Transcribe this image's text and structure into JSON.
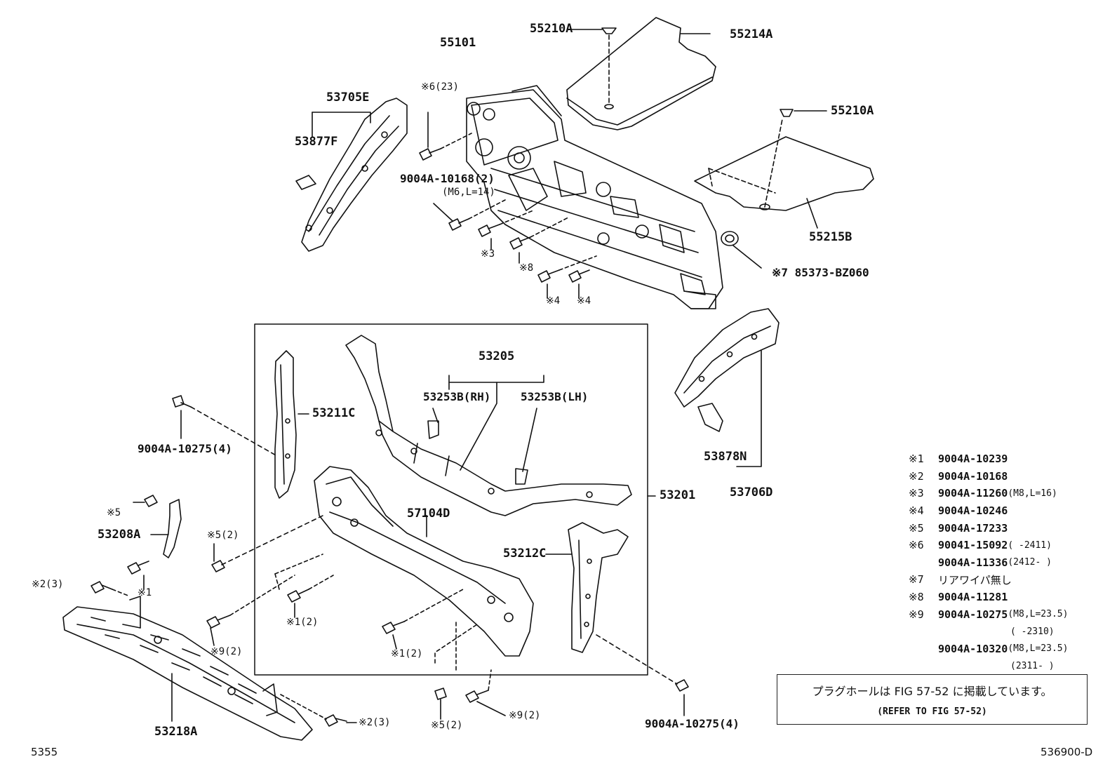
{
  "labels": {
    "p55101": "55101",
    "p55210a_top": "55210A",
    "p55214a": "55214A",
    "p55210a_right": "55210A",
    "p55215b": "55215B",
    "p53705e": "53705E",
    "p53877f": "53877F",
    "bolt6": "※6(23)",
    "bolt_10168": "9004A-10168(2)",
    "bolt_10168_spec": "(M6,L=14)",
    "ref3": "※3",
    "ref8": "※8",
    "ref4a": "※4",
    "ref4b": "※4",
    "ref7": "※7 85373-BZ060",
    "p53205": "53205",
    "p53253b_rh": "53253B(RH)",
    "p53253b_lh": "53253B(LH)",
    "p53211c": "53211C",
    "bolt_10275_left": "9004A-10275(4)",
    "p53201": "53201",
    "p57104d": "57104D",
    "p53212c": "53212C",
    "p53878n": "53878N",
    "p53706d": "53706D",
    "ref5": "※5",
    "p53208a": "53208A",
    "ref1": "※1",
    "ref2_3_left": "※2(3)",
    "ref5_2_mid": "※5(2)",
    "ref1_2_a": "※1(2)",
    "ref9_2_left": "※9(2)",
    "ref1_2_b": "※1(2)",
    "p53218a": "53218A",
    "ref2_3_right": "※2(3)",
    "ref5_2_bottom": "※5(2)",
    "ref9_2_bottom": "※9(2)",
    "bolt_10275_right": "9004A-10275(4)"
  },
  "legend": [
    {
      "key": "※1",
      "part": "9004A-10239",
      "spec": ""
    },
    {
      "key": "※2",
      "part": "9004A-10168",
      "spec": ""
    },
    {
      "key": "※3",
      "part": "9004A-11260",
      "spec": "(M8,L=16)"
    },
    {
      "key": "※4",
      "part": "9004A-10246",
      "spec": ""
    },
    {
      "key": "※5",
      "part": "9004A-17233",
      "spec": ""
    },
    {
      "key": "※6",
      "part": "90041-15092",
      "spec": "(      -2411)"
    },
    {
      "key": "",
      "part": "9004A-11336",
      "spec": "(2412-     )"
    },
    {
      "key": "※7",
      "part": "リアワイパ無し",
      "spec": ""
    },
    {
      "key": "※8",
      "part": "9004A-11281",
      "spec": ""
    },
    {
      "key": "※9",
      "part": "9004A-10275",
      "spec": "(M8,L=23.5)"
    },
    {
      "key": "",
      "part": "",
      "spec": "(      -2310)"
    },
    {
      "key": "",
      "part": "9004A-10320",
      "spec": "(M8,L=23.5)"
    },
    {
      "key": "",
      "part": "",
      "spec": "(2311-     )"
    }
  ],
  "note": {
    "jp": "プラグホールは FIG 57-52 に掲載しています。",
    "en": "(REFER TO FIG 57-52)"
  },
  "corner": {
    "left": "5355",
    "right": "536900-D"
  }
}
